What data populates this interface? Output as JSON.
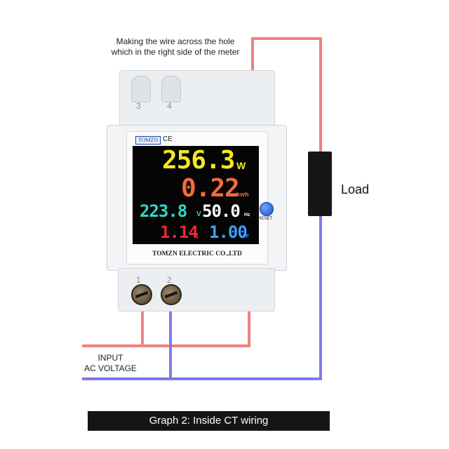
{
  "instruction": {
    "line1": "Making the wire across the hole",
    "line2": "which in the right side of the meter"
  },
  "load_label": "Load",
  "input_label": {
    "line1": "INPUT",
    "line2": "AC VOLTAGE"
  },
  "caption": "Graph 2: Inside CT wiring",
  "meter": {
    "brand_logo": "TOMZN",
    "ce_mark": "CE",
    "company": "TOMZN ELECTRIC CO.,LTD",
    "terminals": {
      "top_left": "3",
      "top_right": "4",
      "bottom_left": "1",
      "bottom_right": "2"
    },
    "reset_label": "RESET",
    "readings": {
      "power": {
        "value": "256.3",
        "unit": "W"
      },
      "energy": {
        "value": "0.22",
        "unit": "kwh"
      },
      "voltage": {
        "value": "223.8",
        "unit": "V"
      },
      "frequency": {
        "value": "50.0",
        "unit": "Hz"
      },
      "current": {
        "value": "1.14",
        "unit": "A"
      },
      "power_factor": {
        "value": "1.00",
        "unit": "PF"
      }
    }
  },
  "colors": {
    "live_wire": "#f08080",
    "neutral_wire": "#7b7bef",
    "power_reading": "#f5e81e",
    "energy_reading": "#f26a3d",
    "voltage_reading": "#2fd9c8",
    "frequency_reading": "#ffffff",
    "current_reading": "#e8283a",
    "pf_reading": "#3aa0ff"
  }
}
